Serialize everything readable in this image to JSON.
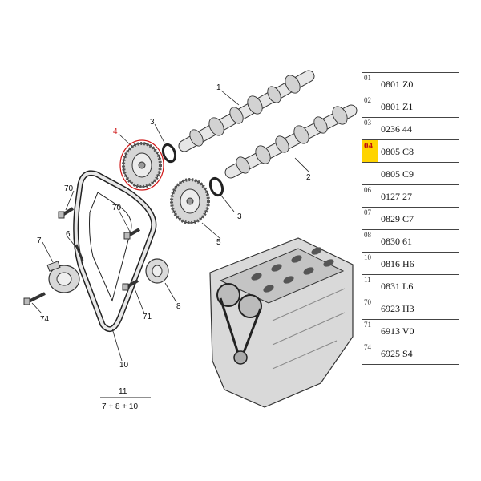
{
  "callouts": {
    "c1": "1",
    "c2": "2",
    "c3a": "3",
    "c3b": "3",
    "c4": "4",
    "c5": "5",
    "c6": "6",
    "c7": "7",
    "c8": "8",
    "c10": "10",
    "c11": "11",
    "c70a": "70",
    "c70b": "70",
    "c71": "71",
    "c74": "74",
    "formula": "7 + 8 + 10"
  },
  "highlight_color": "#ffd400",
  "callout_highlight_color": "#d01818",
  "parts_table": [
    {
      "index": "01",
      "ref": "0801 Z0",
      "highlighted": false
    },
    {
      "index": "02",
      "ref": "0801 Z1",
      "highlighted": false
    },
    {
      "index": "03",
      "ref": "0236 44",
      "highlighted": false
    },
    {
      "index": "04",
      "ref": "0805 C8",
      "highlighted": true
    },
    {
      "index": "",
      "ref": "0805 C9",
      "highlighted": false
    },
    {
      "index": "06",
      "ref": "0127 27",
      "highlighted": false
    },
    {
      "index": "07",
      "ref": "0829 C7",
      "highlighted": false
    },
    {
      "index": "08",
      "ref": "0830 61",
      "highlighted": false
    },
    {
      "index": "10",
      "ref": "0816 H6",
      "highlighted": false
    },
    {
      "index": "11",
      "ref": "0831 L6",
      "highlighted": false
    },
    {
      "index": "70",
      "ref": "6923 H3",
      "highlighted": false
    },
    {
      "index": "71",
      "ref": "6913 V0",
      "highlighted": false
    },
    {
      "index": "74",
      "ref": "6925 S4",
      "highlighted": false
    }
  ]
}
